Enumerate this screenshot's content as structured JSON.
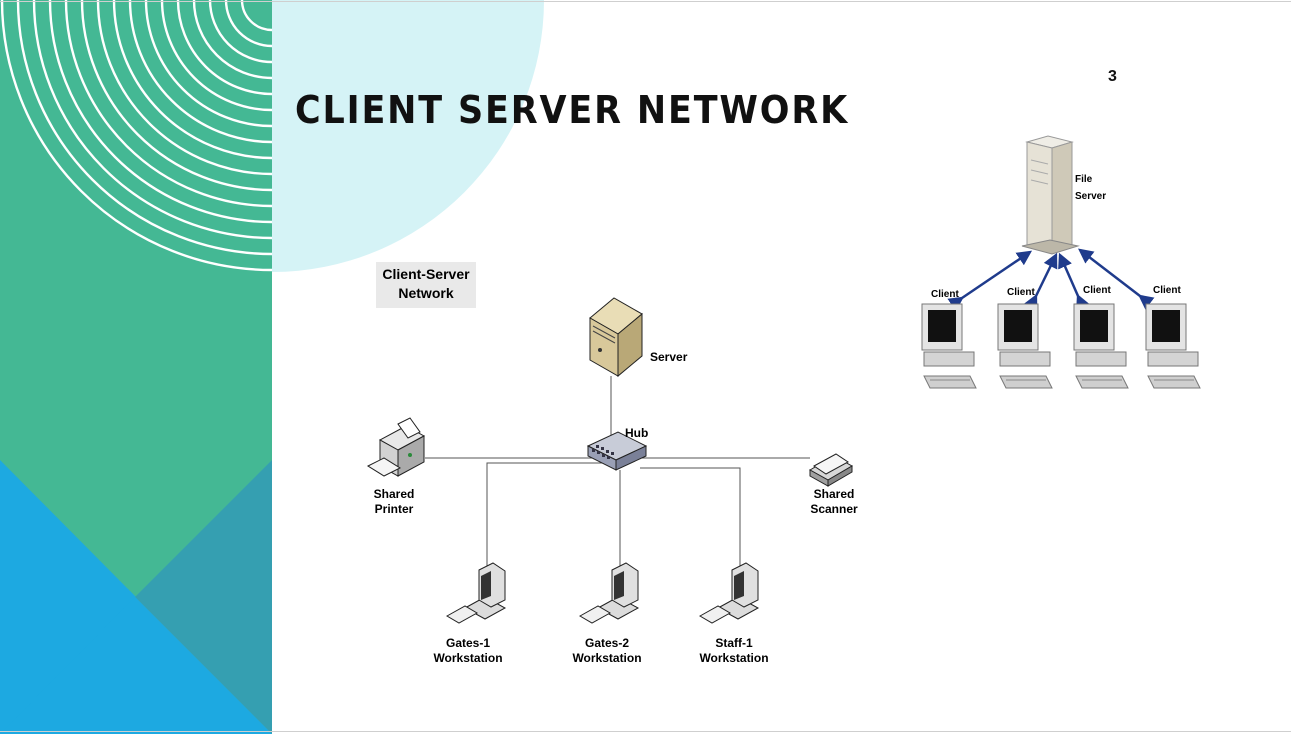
{
  "slide": {
    "title": "CLIENT SERVER NETWORK",
    "slide_number": "3",
    "colors": {
      "green": "#44b894",
      "teal": "#359fb1",
      "blue": "#1da9e1",
      "circle": "#d5f3f6"
    }
  },
  "diagram_left": {
    "legend": [
      "Client-Server",
      "Network"
    ],
    "server": "Server",
    "hub": "Hub",
    "printer": [
      "Shared",
      "Printer"
    ],
    "scanner": [
      "Shared",
      "Scanner"
    ],
    "workstations": [
      [
        "Gates-1",
        "Workstation"
      ],
      [
        "Gates-2",
        "Workstation"
      ],
      [
        "Staff-1",
        "Workstation"
      ]
    ]
  },
  "diagram_right": {
    "server": [
      "File",
      "Server"
    ],
    "clients": [
      "Client",
      "Client",
      "Client",
      "Client"
    ]
  }
}
